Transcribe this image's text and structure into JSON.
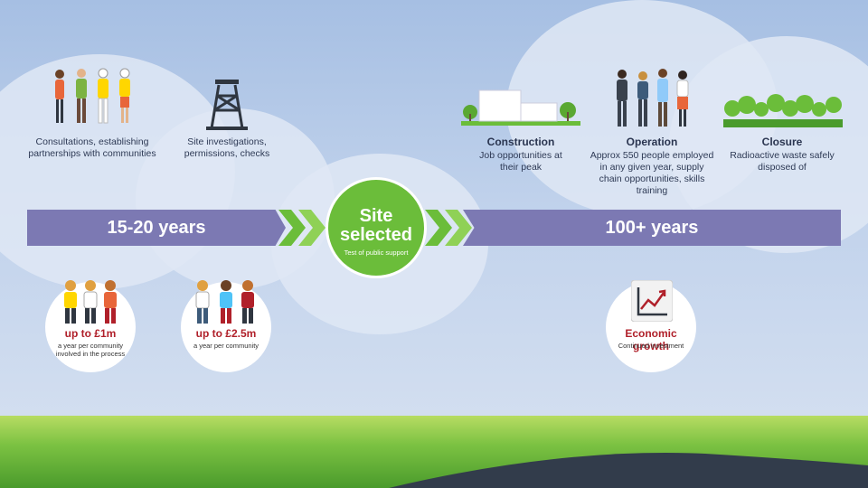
{
  "phase1": {
    "consultations": "Consultations, establishing partnerships with communities",
    "investigations": "Site investigations, permissions, checks",
    "duration": "15-20 years",
    "funding_1": {
      "amount": "up to £1m",
      "desc": "a year per community involved in the process"
    },
    "funding_2": {
      "amount": "up to £2.5m",
      "desc": "a year per community"
    }
  },
  "milestone": {
    "title": "Site selected",
    "subtitle": "Test of public support"
  },
  "phase2": {
    "duration": "100+ years",
    "construction": {
      "title": "Construction",
      "desc": "Job opportunities at their peak"
    },
    "operation": {
      "title": "Operation",
      "desc": "Approx 550 people employed in any given year, supply chain opportunities, skills training"
    },
    "closure": {
      "title": "Closure",
      "desc": "Radioactive waste safely disposed of"
    },
    "economic": {
      "title": "Economic growth",
      "desc": "Continued investment"
    }
  },
  "colors": {
    "bar": "#7c79b3",
    "green": "#6bbd3a",
    "amount_red": "#b0202a"
  }
}
